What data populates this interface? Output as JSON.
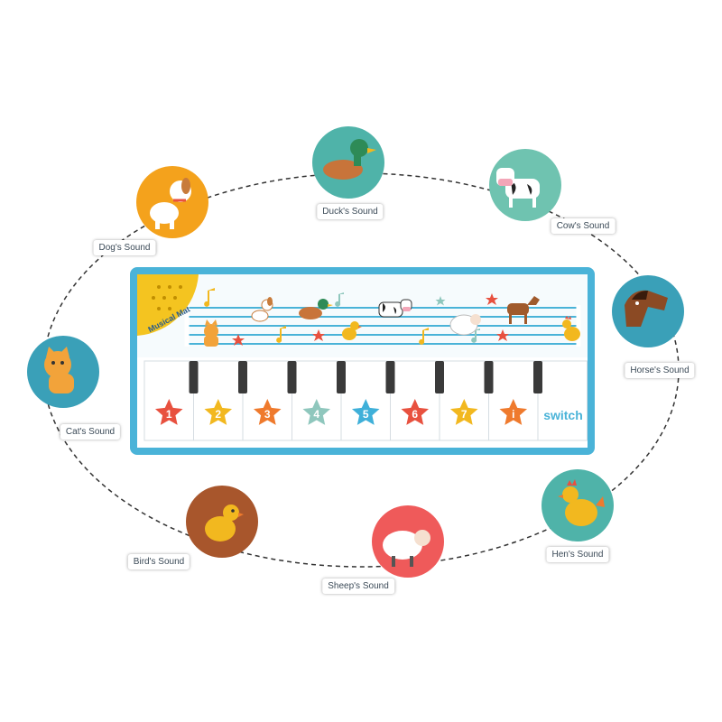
{
  "mat": {
    "badge_text": "Musical Mat",
    "switch_label": "switch",
    "keys": [
      "1",
      "2",
      "3",
      "4",
      "5",
      "6",
      "7",
      "i"
    ],
    "star_colors": [
      "#e8513f",
      "#f2b81f",
      "#ef7a2d",
      "#8fc7bd",
      "#3fb0d9",
      "#e8513f",
      "#f2b81f",
      "#ef7a2d"
    ],
    "frame_color": "#4ab3d8"
  },
  "animals": [
    {
      "id": "duck",
      "label": "Duck's Sound",
      "bg": "#4fb3a9"
    },
    {
      "id": "cow",
      "label": "Cow's Sound",
      "bg": "#6fc3b0"
    },
    {
      "id": "horse",
      "label": "Horse's Sound",
      "bg": "#3aa0b8"
    },
    {
      "id": "hen",
      "label": "Hen's Sound",
      "bg": "#4fb3a9"
    },
    {
      "id": "sheep",
      "label": "Sheep's Sound",
      "bg": "#ef5a5a"
    },
    {
      "id": "bird",
      "label": "Bird's Sound",
      "bg": "#a8562c"
    },
    {
      "id": "cat",
      "label": "Cat's Sound",
      "bg": "#3aa0b8"
    },
    {
      "id": "dog",
      "label": "Dog's Sound",
      "bg": "#f4a21c"
    }
  ]
}
